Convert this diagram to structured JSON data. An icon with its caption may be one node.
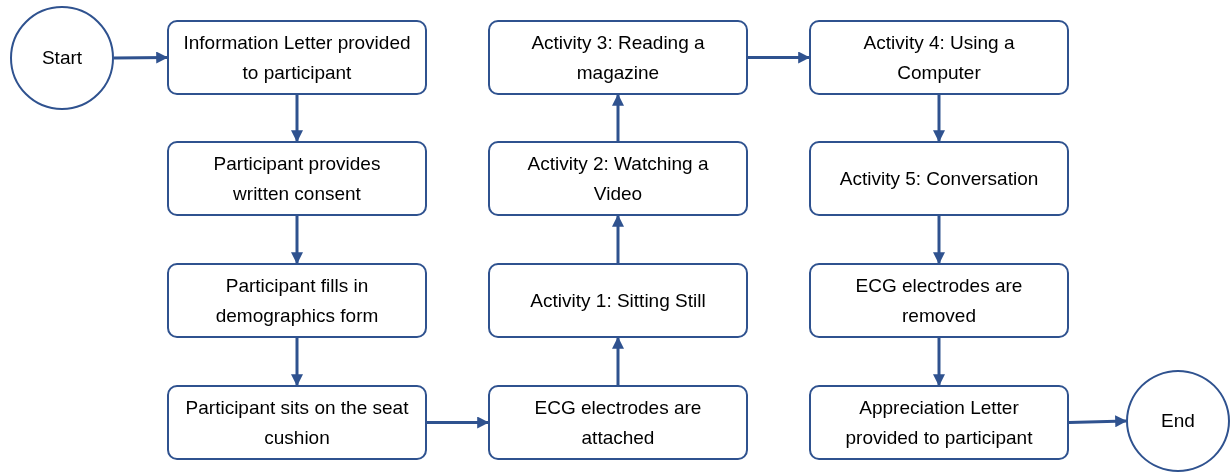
{
  "diagram": {
    "nodes": [
      {
        "text": [
          "Start"
        ]
      },
      {
        "text": [
          "Information Letter provided to participant"
        ]
      },
      {
        "text": [
          "Participant provides written consent"
        ]
      },
      {
        "text": [
          "Participant fills in demographics form"
        ]
      },
      {
        "text": [
          "Participant sits on the seat cushion"
        ]
      },
      {
        "text": [
          "ECG electrodes are attached"
        ]
      },
      {
        "text": [
          "Activity 1: Sitting Still"
        ]
      },
      {
        "text": [
          "Activity 2: Watching a Video"
        ]
      },
      {
        "text": [
          "Activity 3: Reading a magazine"
        ]
      },
      {
        "text": [
          "Activity 4: Using a Computer"
        ]
      },
      {
        "text": [
          "Activity 5: Conversation"
        ]
      },
      {
        "text": [
          "ECG electrodes are removed"
        ]
      },
      {
        "text": [
          "Appreciation Letter provided to participant"
        ]
      },
      {
        "text": [
          "End"
        ]
      }
    ],
    "edges": [
      {
        "from": 0,
        "to": 1,
        "arrow": "to"
      },
      {
        "from": 1,
        "to": 2,
        "arrow": "to"
      },
      {
        "from": 2,
        "to": 3,
        "arrow": "to"
      },
      {
        "from": 3,
        "to": 4,
        "arrow": "to"
      },
      {
        "from": 4,
        "to": 5,
        "arrow": "to"
      },
      {
        "from": 5,
        "to": 6,
        "arrow": "to"
      },
      {
        "from": 6,
        "to": 7,
        "arrow": "to"
      },
      {
        "from": 7,
        "to": 8,
        "arrow": "to"
      },
      {
        "from": 8,
        "to": 9,
        "arrow": "to"
      },
      {
        "from": 9,
        "to": 10,
        "arrow": "to"
      },
      {
        "from": 10,
        "to": 11,
        "arrow": "to"
      },
      {
        "from": 11,
        "to": 12,
        "arrow": "to"
      },
      {
        "from": 12,
        "to": 13,
        "arrow": "to"
      }
    ]
  }
}
